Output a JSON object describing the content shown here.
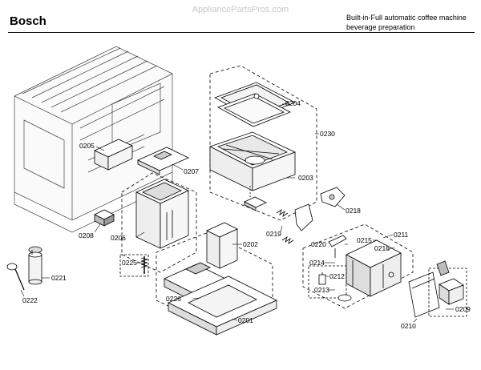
{
  "watermark": "AppliancePartsPros.com",
  "header": {
    "brand": "Bosch",
    "title_line1": "Built-in-Full automatic coffee machine",
    "title_line2": "beverage preparation"
  },
  "parts": [
    {
      "id": "drip-tray-cover-0204",
      "label": "0204"
    },
    {
      "id": "assembly-0230",
      "label": "0230"
    },
    {
      "id": "drip-tray-0203",
      "label": "0203"
    },
    {
      "id": "part-0205",
      "label": "0205"
    },
    {
      "id": "part-0207",
      "label": "0207"
    },
    {
      "id": "part-0208",
      "label": "0208"
    },
    {
      "id": "part-0206",
      "label": "0206"
    },
    {
      "id": "part-0218",
      "label": "0218"
    },
    {
      "id": "part-0219",
      "label": "0219"
    },
    {
      "id": "part-0202",
      "label": "0202"
    },
    {
      "id": "part-0225",
      "label": "0225"
    },
    {
      "id": "part-0221",
      "label": "0221"
    },
    {
      "id": "part-0222",
      "label": "0222"
    },
    {
      "id": "part-0226",
      "label": "0226"
    },
    {
      "id": "part-0201",
      "label": "0201"
    },
    {
      "id": "part-0220",
      "label": "0220"
    },
    {
      "id": "part-0215",
      "label": "0215"
    },
    {
      "id": "part-0211",
      "label": "0211"
    },
    {
      "id": "part-0216",
      "label": "0216"
    },
    {
      "id": "part-0214",
      "label": "0214"
    },
    {
      "id": "part-0212",
      "label": "0212"
    },
    {
      "id": "part-0213",
      "label": "0213"
    },
    {
      "id": "part-0209",
      "label": "0209"
    },
    {
      "id": "part-0210",
      "label": "0210"
    }
  ]
}
